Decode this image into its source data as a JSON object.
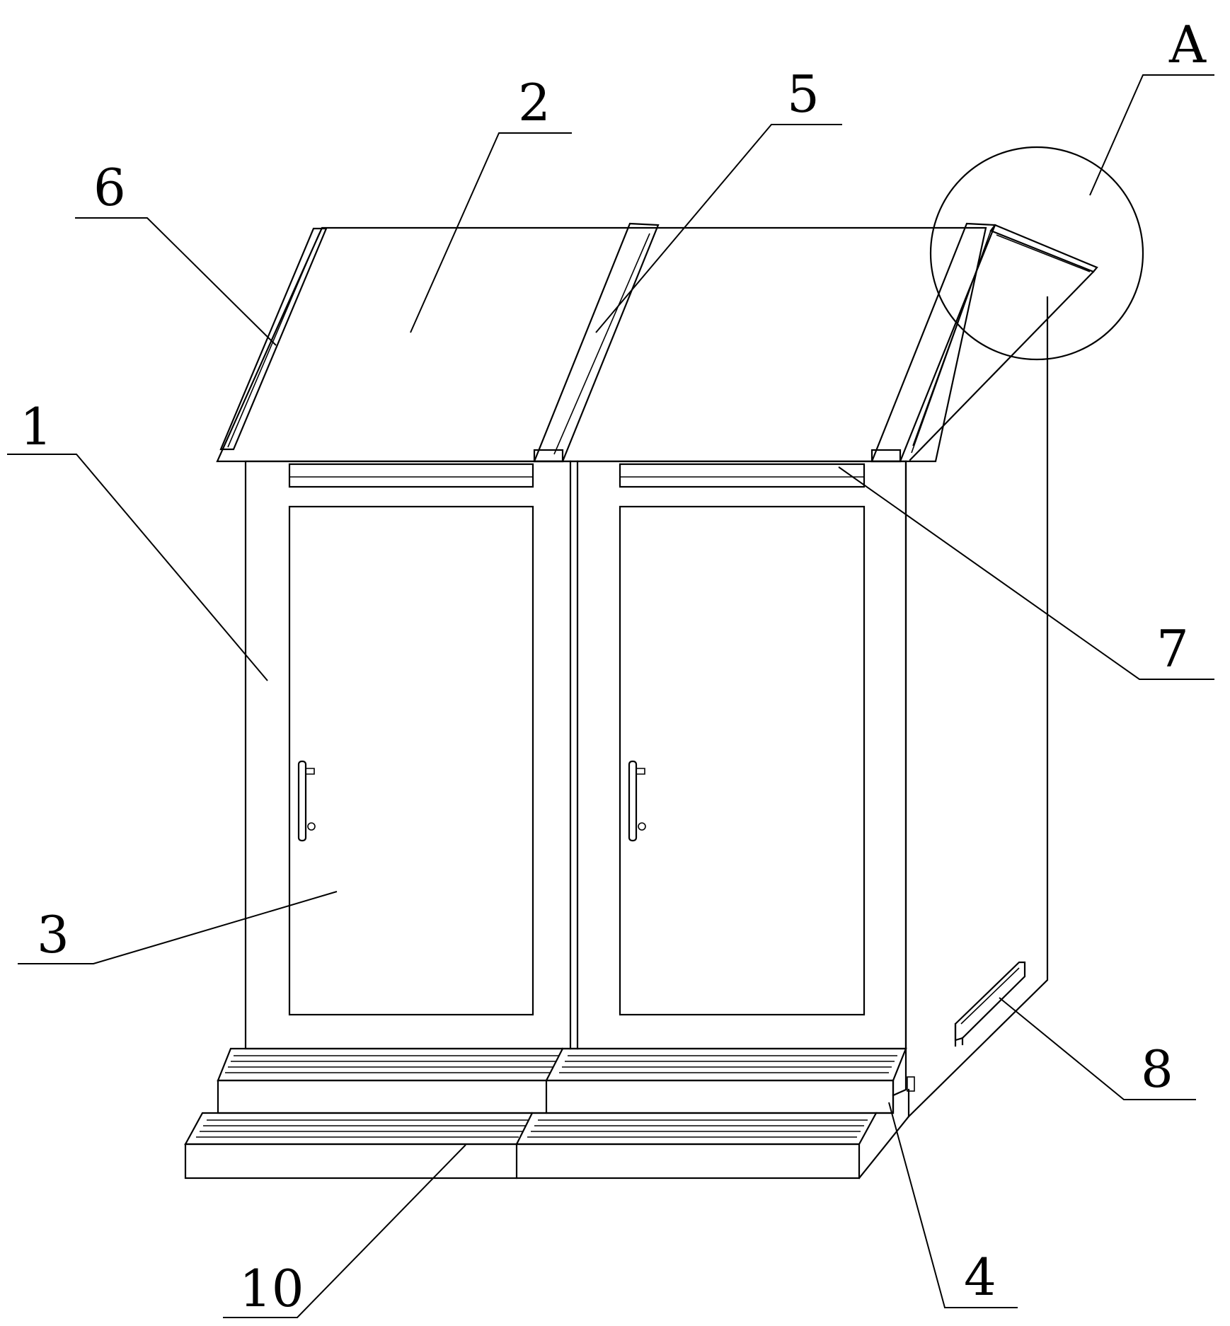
{
  "figure": {
    "labels": {
      "l1": "1",
      "l2": "2",
      "l3": "3",
      "l4": "4",
      "l5": "5",
      "l6": "6",
      "l7": "7",
      "l8": "8",
      "l10": "10",
      "lA": "A"
    }
  }
}
